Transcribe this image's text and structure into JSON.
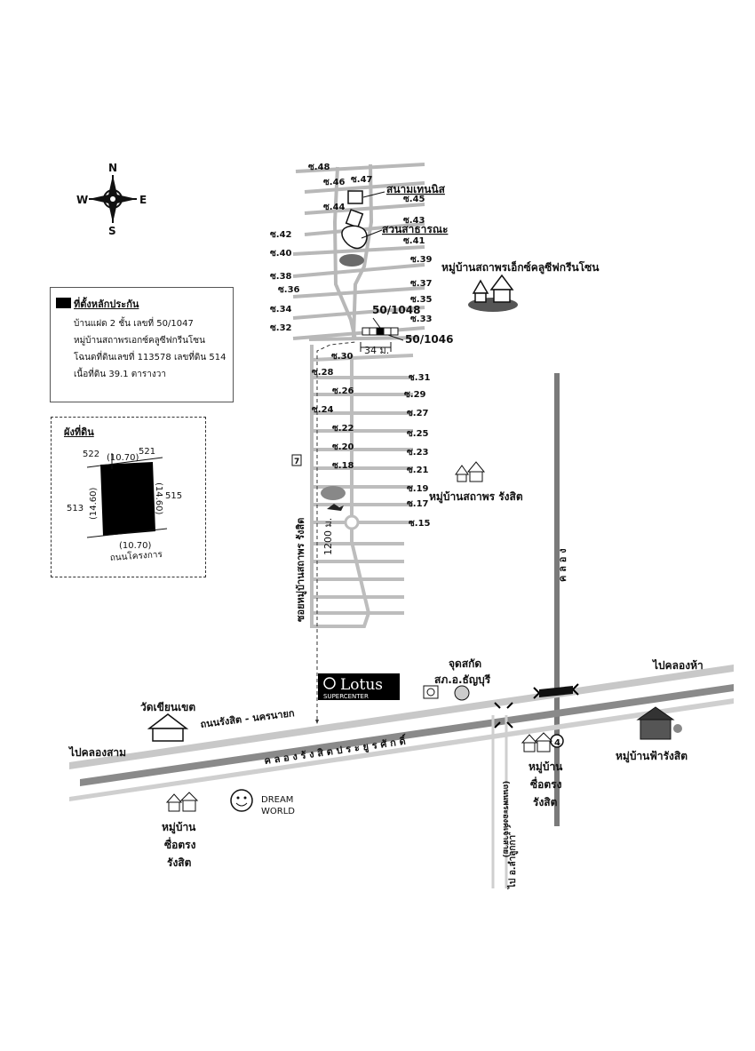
{
  "compass": {
    "n": "N",
    "s": "S",
    "e": "E",
    "w": "W"
  },
  "legend_box": {
    "title": "ที่ตั้งหลักประกัน",
    "lines": [
      "บ้านแฝด 2 ชั้น  เลขที่ 50/1047",
      "หมู่บ้านสถาพรเอกซ์คลูซีฟกรีนโซน",
      "โฉนดที่ดินเลขที่ 113578 เลขที่ดิน 514",
      "เนื้อที่ดิน 39.1 ตารางวา"
    ]
  },
  "plot_diagram": {
    "title": "ผังที่ดิน",
    "top_width": "(10.70)",
    "bottom_width": "(10.70)",
    "left_depth": "(14.60)",
    "right_depth": "(14.60)",
    "lot_top_left": "522",
    "lot_top_right": "521",
    "lot_left": "513",
    "lot_right": "515",
    "road": "ถนนโครงการ"
  },
  "sois_left": [
    "ซ.48",
    "ซ.46",
    "ซ.44",
    "ซ.42",
    "ซ.40",
    "ซ.38",
    "ซ.36",
    "ซ.34",
    "ซ.32"
  ],
  "sois_right": [
    "ซ.47",
    "ซ.45",
    "ซ.43",
    "ซ.41",
    "ซ.39",
    "ซ.37",
    "ซ.35",
    "ซ.33"
  ],
  "sois_lower_left": [
    "ซ.30",
    "ซ.28",
    "ซ.26",
    "ซ.24",
    "ซ.22",
    "ซ.20",
    "ซ.18"
  ],
  "sois_lower_right": [
    "ซ.31",
    "ซ.29",
    "ซ.27",
    "ซ.25",
    "ซ.23",
    "ซ.21",
    "ซ.19",
    "ซ.17",
    "ซ.15"
  ],
  "places": {
    "tennis": "สนามเทนนิส",
    "park": "สวนสาธารณะ",
    "village_exclusive": "หมู่บ้านสถาพรเอ็กซ์คลูซีฟกรีนโซน",
    "village_rangsit": "หมู่บ้านสถาพร รังสิต",
    "house_a": "50/1048",
    "house_b": "50/1046",
    "dist_34": "34 ม.",
    "dist_1200": "1200 ม.",
    "soi_main": "ซอยหมู่บ้านสถาพร รังสิต",
    "khlong_vertical": "ค ล อ ง",
    "lotus_name": "Lotus",
    "lotus_sub": "SUPERCENTER",
    "checkpoint": "จุดสกัด",
    "police": "สภ.อ.ธัญบุรี",
    "to_khlong_ha": "ไปคลองห้า",
    "to_khlong_sam": "ไปคลองสาม",
    "temple": "วัดเขียนเขต",
    "main_road": "ถนนรังสิต - นครนายก",
    "canal": "ค ล อ ง รั ง สิ ต ป ร ะ ยู ร ศั ก ดิ์",
    "village_fah": "หมู่บ้านฟ้ารังสิต",
    "village_sue_1": "หมู่บ้าน",
    "village_sue_2": "ซื่อตรง",
    "village_sue_3": "รังสิต",
    "dream": "DREAM",
    "world": "WORLD",
    "road_phra": "(ถนนพระองค์เจ้าสาย)",
    "to_lamlukka": "ไป อ.ลำลูกกา",
    "route_no": "4"
  }
}
